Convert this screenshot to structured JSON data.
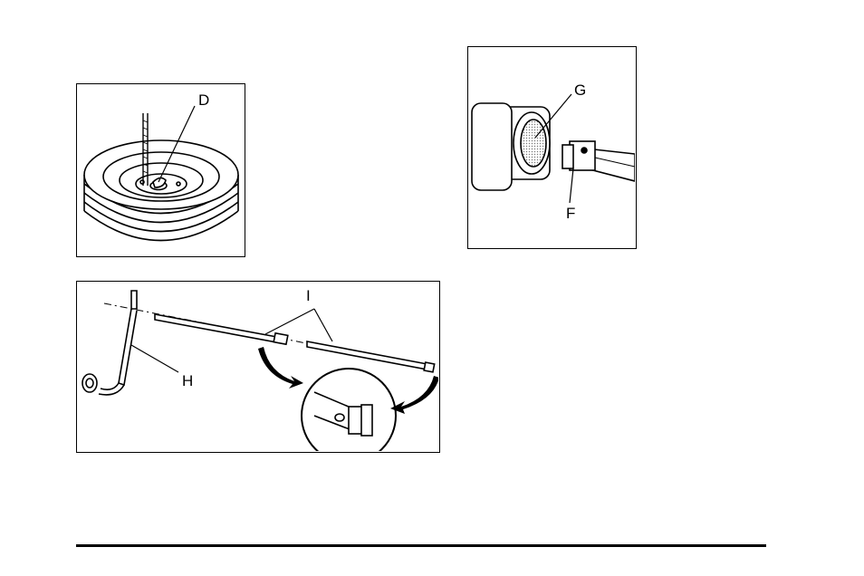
{
  "figures": {
    "spare_tire": {
      "callout": "D"
    },
    "jack_handle": {
      "callout_handle": "H",
      "callout_extensions": "I"
    },
    "socket_adapter": {
      "callout_top": "G",
      "callout_bottom": "F"
    }
  }
}
